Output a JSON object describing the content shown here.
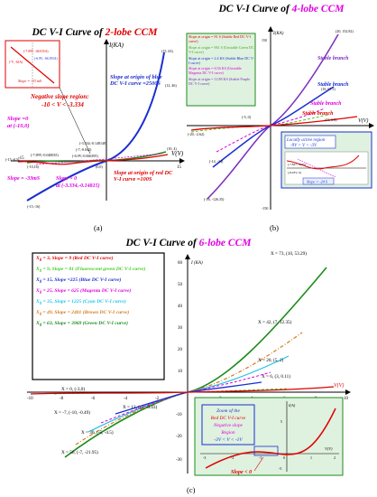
{
  "figure": {
    "panel_a": {
      "title_prefix": "DC V-I Curve of ",
      "title_highlight": "2-lobe CCM",
      "tag": "(a)",
      "x_axis_label": "V(V)",
      "y_axis_label": "I(KA)",
      "inset": {
        "points": [
          "(-7.89V, -48.035A)",
          "(-6.9V, -66.395A)",
          "(°V, -63A)"
        ],
        "slope_note": "Slope = -33 mS"
      },
      "neg_region_title": "Negative slope region:",
      "neg_region_range": "-10 < V < -3.334",
      "slope_zero_left": "Slope =0",
      "slope_zero_left_at": "at (-10,0)",
      "slope_neg": "Slope = -33mS",
      "slope_zero_mid": "Slope = 0",
      "slope_zero_mid_at": "at (-3.334,-0.14815)",
      "blue_origin_note": "Slope at origin of blue DC V-I curve =2500S",
      "red_origin_note": "Slope at origin of red DC V-I curve =100S",
      "points": [
        "(15, 63)",
        "(12, 46)",
        "(10, 4)",
        "(0,0)",
        "(-3.334,-0.148148)",
        "(-7,-0.042)",
        "(-6.9V,-0.066395)",
        "(-10,16)",
        "(-15,-16)",
        "(-15,-0.5)",
        "(-7.89V,-0.048035)"
      ],
      "tick_labels": [
        "-15",
        "15"
      ]
    },
    "panel_b": {
      "title_prefix": "DC V-I Curve of ",
      "title_highlight": "4-lobe CCM",
      "tag": "(b)",
      "x_axis_label": "V(V)",
      "y_axis_label": "I(KA)",
      "legend": [
        "Slope at origin = 81 S (Stable Red DC V-I curve)",
        "Slope at origin = 961 S (Unstable Green DC V-I curve)",
        "Slope at origin = 2.4 KS (Stable Blue DC V-I curve)",
        "Slope at origin = 6.56 KS (Unstable Magenta DC V-I curve)",
        "Slope at origin = 11.88 KS (Stable Purple DC V-I curve)"
      ],
      "branch_labels": [
        "Stable branch",
        "Stable branch",
        "Stable branch",
        "Stable branch"
      ],
      "points": [
        "(20, 152.82)",
        "(16, 67.5)",
        "(11, 6.6)",
        "(-5, 0)",
        "(-20, -2.62)",
        "(-14, -14)",
        "(-16, -126.35)"
      ],
      "inset": {
        "title": "Locally active region",
        "range": "-9V < V < -3V",
        "points": [
          "(-7.847, -0.05)",
          "(-8.03V, 0)"
        ],
        "slope_note": "Slope = -24 S"
      },
      "tick_labels": [
        "150",
        "-150"
      ]
    },
    "panel_c": {
      "title_prefix": "DC V-I Curve of ",
      "title_highlight": "6-lobe CCM",
      "tag": "(c)",
      "x_axis_label": "V(V)",
      "y_axis_label": "I (KA)",
      "legend": [
        {
          "x": "X",
          "sub": "0",
          "text": " = 3, Slope = 9 (Red DC V-I curve)",
          "color": "#e00000"
        },
        {
          "x": "X",
          "sub": "0",
          "text": " = 9, Slope = 81 (Fluorescent green DC V-I curve)",
          "color": "#44cc22"
        },
        {
          "x": "X",
          "sub": "0",
          "text": " = 15, Slope =225 (Blue DC V-I curve)",
          "color": "#1a2fcf"
        },
        {
          "x": "X",
          "sub": "0",
          "text": " = 25, Slope = 625 (Magenta DC V-I curve)",
          "color": "#e000e0"
        },
        {
          "x": "X",
          "sub": "0",
          "text": " = 35, Slope = 1225 (Cyan DC V-I curve)",
          "color": "#22c4e6"
        },
        {
          "x": "X",
          "sub": "0",
          "text": " = 49, Slope = 2401 (Brown DC V-I curve)",
          "color": "#d87a1c"
        },
        {
          "x": "X",
          "sub": "0",
          "text": " = 63, Slope = 3969 (Green DC V-I curve)",
          "color": "#1b8c1b"
        }
      ],
      "points": [
        "X = 73, (10, 53.29)",
        "X = 42, (7, 12.35)",
        "X = 20, (5, 2)",
        "X = 6, (3, 0.11)",
        "X = 0, (-3,0)",
        "X = 12, (-3, -0.43)",
        "X = -7, (-10, -0.49)",
        "X = 30, (-5, -4.5)",
        "X = 56, (-7, -21.95)"
      ],
      "x_ticks": [
        "-10",
        "-8",
        "-6",
        "-4",
        "-2",
        "2",
        "4",
        "6",
        "8",
        "10"
      ],
      "y_ticks": [
        "60",
        "50",
        "40",
        "30",
        "20",
        "10",
        "-10",
        "-20",
        "-30"
      ],
      "inset": {
        "title": "Zoom of the",
        "title2": "Red DC V-I curve",
        "sub1": "Negative slope",
        "sub2": "Region",
        "range": "-3V < V < -1V",
        "slope_note": "Slope < 0",
        "x_axis_label": "V(V)",
        "y_axis_label": "I(A)",
        "x_ticks": [
          "-3",
          "-2",
          "-1",
          "0",
          "1",
          "2"
        ],
        "y_ticks": [
          "5",
          "-5"
        ]
      }
    }
  }
}
